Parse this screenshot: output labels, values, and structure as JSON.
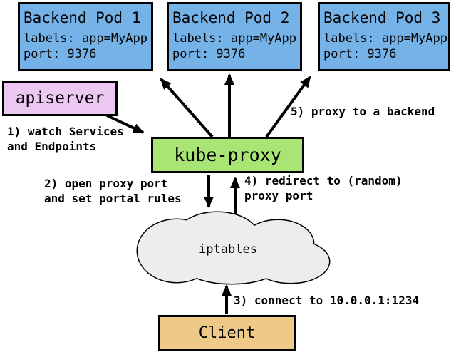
{
  "nodes": {
    "pods": [
      {
        "title": "Backend Pod 1",
        "labels_line": "labels: app=MyApp",
        "port_line": "port: 9376"
      },
      {
        "title": "Backend Pod 2",
        "labels_line": "labels: app=MyApp",
        "port_line": "port: 9376"
      },
      {
        "title": "Backend Pod 3",
        "labels_line": "labels: app=MyApp",
        "port_line": "port: 9376"
      }
    ],
    "apiserver_label": "apiserver",
    "kube_proxy_label": "kube-proxy",
    "iptables_label": "iptables",
    "client_label": "Client"
  },
  "annotations": {
    "step1": "1) watch Services\nand Endpoints",
    "step2": "2) open proxy port\nand set portal rules",
    "step3": "3) connect to 10.0.0.1:1234",
    "step4": "4) redirect to (random)\nproxy port",
    "step5": "5) proxy to a backend"
  },
  "edges": [
    {
      "name": "watch-services",
      "from": "apiserver",
      "to": "kube-proxy",
      "step": "1"
    },
    {
      "name": "open-proxy-port",
      "from": "kube-proxy",
      "to": "iptables",
      "step": "2"
    },
    {
      "name": "connect",
      "from": "Client",
      "to": "iptables",
      "step": "3"
    },
    {
      "name": "redirect-to-proxy-port",
      "from": "iptables",
      "to": "kube-proxy",
      "step": "4"
    },
    {
      "name": "proxy-to-backend-1",
      "from": "kube-proxy",
      "to": "Backend Pod 1",
      "step": "5"
    },
    {
      "name": "proxy-to-backend-2",
      "from": "kube-proxy",
      "to": "Backend Pod 2",
      "step": "5"
    },
    {
      "name": "proxy-to-backend-3",
      "from": "kube-proxy",
      "to": "Backend Pod 3",
      "step": "5"
    }
  ],
  "colors": {
    "pod_fill": "#74b2e8",
    "apiserver_fill": "#ecc8f2",
    "kube_proxy_fill": "#a9e574",
    "client_fill": "#efc988",
    "cloud_fill": "#ededed",
    "border": "#000000",
    "background": "#ffffff"
  }
}
